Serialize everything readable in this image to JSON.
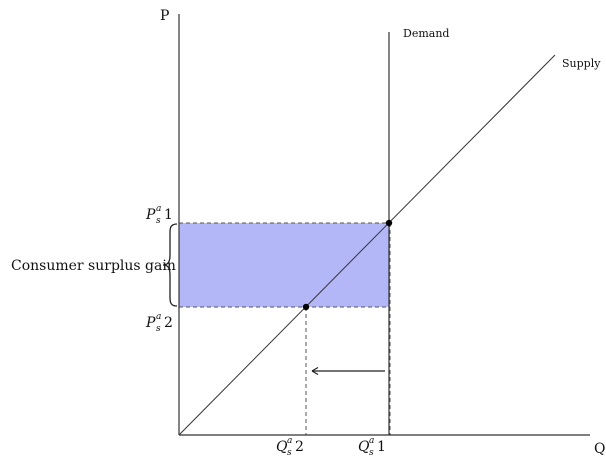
{
  "axes": {
    "y_label": "P",
    "x_label": "Q"
  },
  "curves": {
    "demand_label": "Demand",
    "supply_label": "Supply"
  },
  "prices": {
    "high": {
      "base": "P",
      "sup": "a",
      "sub": "s",
      "num": "1"
    },
    "low": {
      "base": "P",
      "sup": "a",
      "sub": "s",
      "num": "2"
    }
  },
  "quantities": {
    "q2": {
      "base": "Q",
      "sup": "a",
      "sub": "s",
      "num": "2"
    },
    "q1": {
      "base": "Q",
      "sup": "a",
      "sub": "s",
      "num": "1"
    }
  },
  "annotation": {
    "gain_label": "Consumer surplus gain",
    "arrow_direction": "left"
  },
  "colors": {
    "surplus_fill": "#b3b7f7",
    "line": "#333333",
    "point": "#000000"
  }
}
